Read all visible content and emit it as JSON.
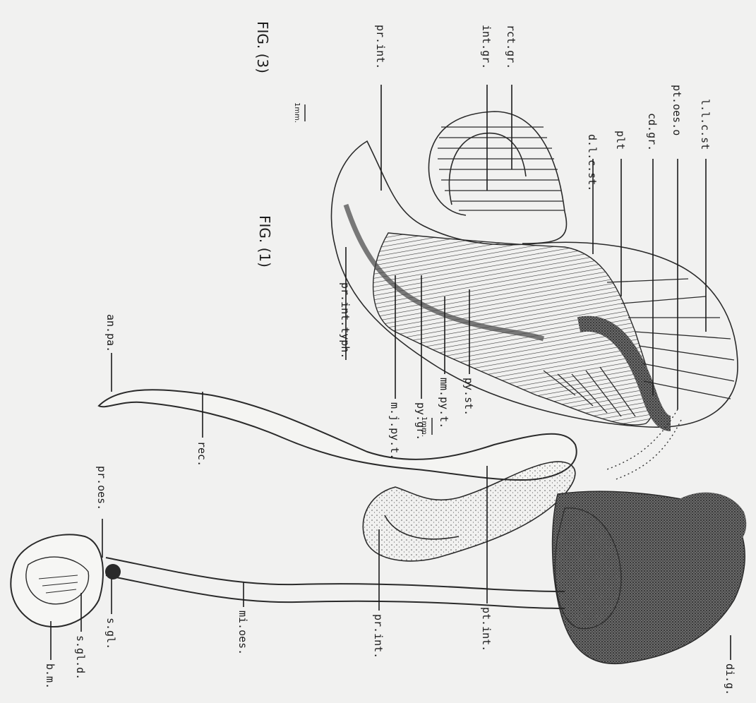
{
  "figures": [
    {
      "id": "fig3",
      "caption": "FIG. (3)",
      "scale_bar": "1mm."
    },
    {
      "id": "fig1",
      "caption": "FIG. (1)",
      "scale_bar": "1mm."
    }
  ],
  "fig3_labels": {
    "l_c_st": "l.l.c.st",
    "pt_oes_o": "pt.oes.o",
    "cd_gr": "cd.gr.",
    "plt": "plt",
    "d_l_c_st": "d.l.c.st.",
    "rct_gr": "rct.gr.",
    "int_gr": "int.gr.",
    "pr_int": "pr.int.",
    "pr_int_typh": "pr.int.typh.",
    "m_j_py_t": "m.j.py.t.",
    "py_gr": "py.gr.",
    "mm_py_t": "mm.py.t.",
    "py_st": "py.st."
  },
  "fig1_labels": {
    "an_pa": "an.pa.",
    "rec": "rec.",
    "pr_oes": "pr.oes.",
    "s_gl": "s.gl.",
    "s_gl_d": "s.gl.d.",
    "b_m": "b.m.",
    "mi_oes": "mi.oes.",
    "pr_int": "pr.int.",
    "pt_int": "pt.int.",
    "di_g": "di.g."
  }
}
